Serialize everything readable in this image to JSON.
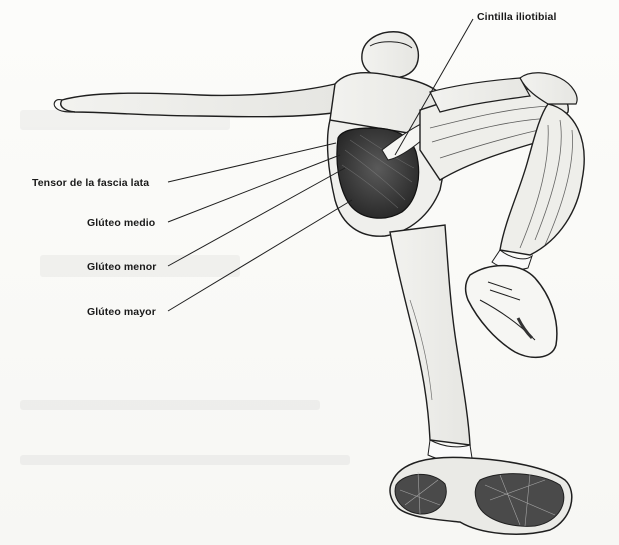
{
  "labels": {
    "cintilla": "Cintilla iliotibial",
    "tensor": "Tensor de la fascia lata",
    "medio": "Glúteo medio",
    "menor": "Glúteo menor",
    "mayor": "Glúteo mayor"
  },
  "colors": {
    "ink": "#1f1f1f",
    "muscle": "#3a3a3a",
    "background": "#fbfbf9"
  }
}
